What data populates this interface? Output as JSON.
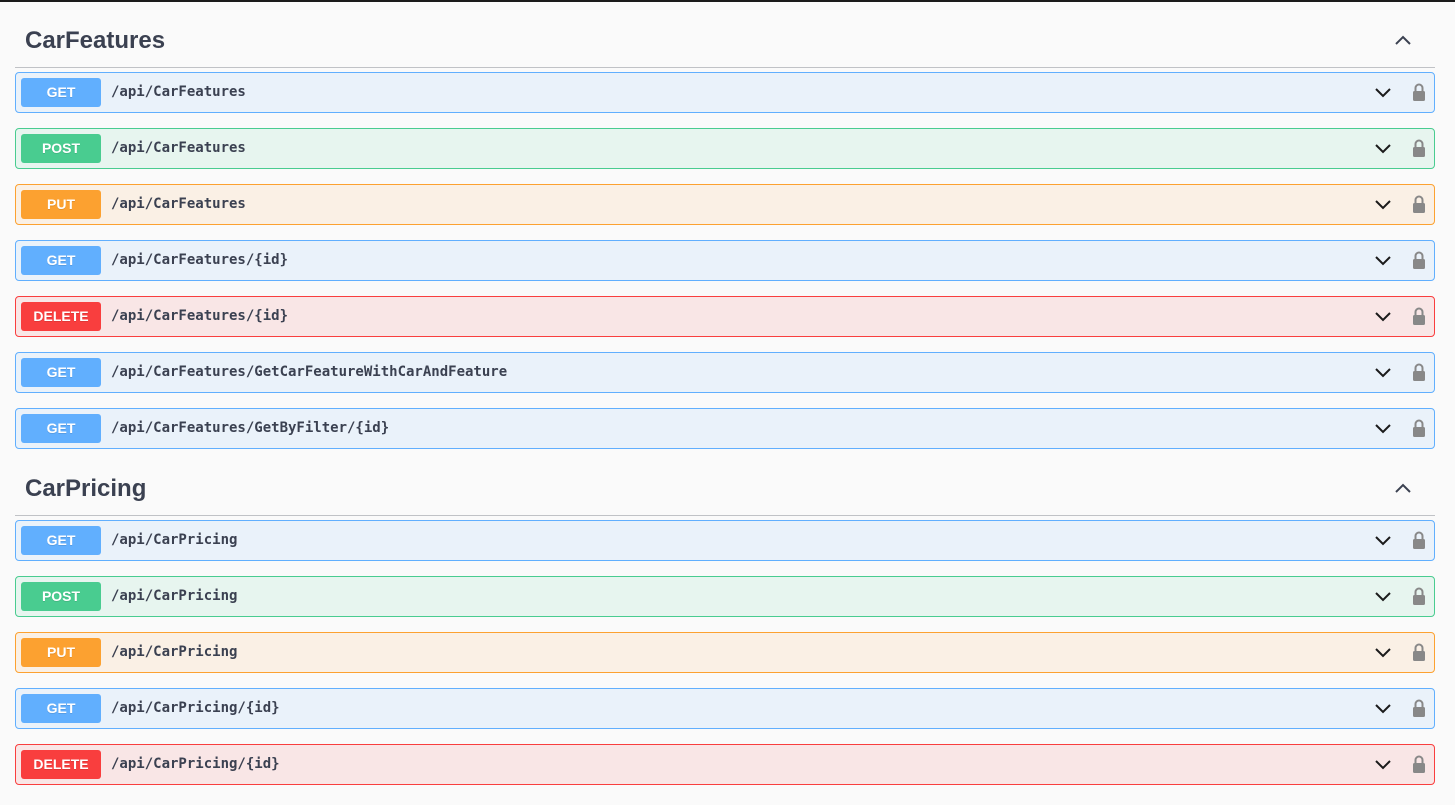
{
  "sections": [
    {
      "title": "CarFeatures",
      "operations": [
        {
          "method": "GET",
          "path": "/api/CarFeatures"
        },
        {
          "method": "POST",
          "path": "/api/CarFeatures"
        },
        {
          "method": "PUT",
          "path": "/api/CarFeatures"
        },
        {
          "method": "GET",
          "path": "/api/CarFeatures/{id}"
        },
        {
          "method": "DELETE",
          "path": "/api/CarFeatures/{id}"
        },
        {
          "method": "GET",
          "path": "/api/CarFeatures/GetCarFeatureWithCarAndFeature"
        },
        {
          "method": "GET",
          "path": "/api/CarFeatures/GetByFilter/{id}"
        }
      ]
    },
    {
      "title": "CarPricing",
      "operations": [
        {
          "method": "GET",
          "path": "/api/CarPricing"
        },
        {
          "method": "POST",
          "path": "/api/CarPricing"
        },
        {
          "method": "PUT",
          "path": "/api/CarPricing"
        },
        {
          "method": "GET",
          "path": "/api/CarPricing/{id}"
        },
        {
          "method": "DELETE",
          "path": "/api/CarPricing/{id}"
        }
      ]
    }
  ],
  "colors": {
    "get": "#61affe",
    "post": "#49cc90",
    "put": "#fca130",
    "delete": "#f93e3e"
  },
  "icons": {
    "section_toggle": "chevron-up-icon",
    "operation_toggle": "chevron-down-icon",
    "auth": "lock-icon"
  }
}
